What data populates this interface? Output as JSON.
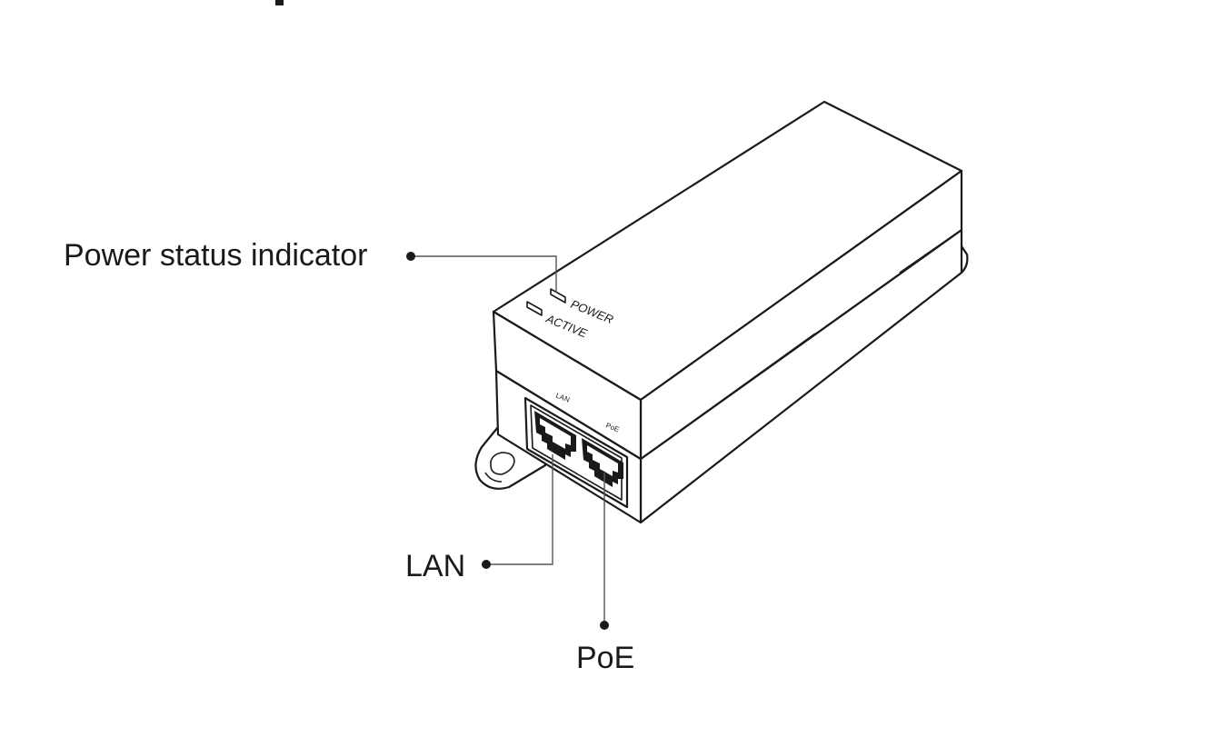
{
  "diagram": {
    "callouts": {
      "power_status_indicator": "Power status indicator",
      "lan": "LAN",
      "poe": "PoE"
    },
    "panel_labels": {
      "power": "POWER",
      "active": "ACTIVE"
    },
    "port_labels": {
      "lan": "LAN",
      "poe": "PoE"
    },
    "colors": {
      "ink": "#1a1a1a",
      "leader": "#555555",
      "background": "#ffffff"
    }
  }
}
